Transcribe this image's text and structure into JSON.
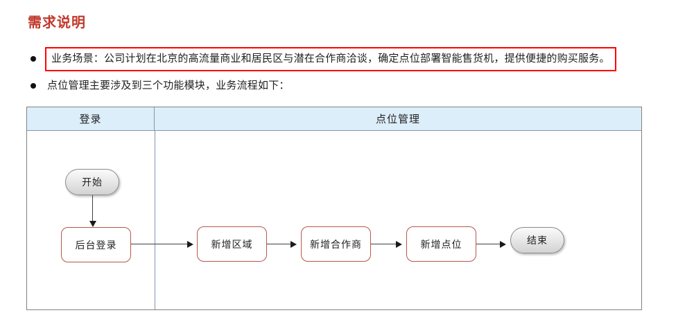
{
  "document": {
    "title": "需求说明",
    "title_color": "#c0392b"
  },
  "bullets": [
    {
      "marker": "bullet-dot",
      "text": "业务场景：公司计划在北京的高流量商业和居民区与潜在合作商洽谈，确定点位部署智能售货机，提供便捷的购买服务。",
      "highlighted": true,
      "highlight_color": "#ff0000"
    },
    {
      "marker": "bullet-dot",
      "text": "点位管理主要涉及到三个功能模块，业务流程如下：",
      "highlighted": false,
      "highlight_color": ""
    }
  ],
  "flow_table": {
    "header_background": "#ddeefb",
    "border_color": "#808080",
    "columns": [
      {
        "label": "登录"
      },
      {
        "label": "点位管理"
      }
    ]
  },
  "flowchart": {
    "terminal_fill": "#e9e9e9",
    "terminal_border": "#8c8c8c",
    "process_border": "#b5564a",
    "process_fill": "#ffffff",
    "connector_color": "#3f3f3f",
    "nodes": [
      {
        "id": "start",
        "label": "开始",
        "shape": "terminal",
        "column": "登录"
      },
      {
        "id": "login",
        "label": "后台登录",
        "shape": "process",
        "column": "登录"
      },
      {
        "id": "area",
        "label": "新增区域",
        "shape": "process",
        "column": "点位管理"
      },
      {
        "id": "partner",
        "label": "新增合作商",
        "shape": "process",
        "column": "点位管理"
      },
      {
        "id": "site",
        "label": "新增点位",
        "shape": "process",
        "column": "点位管理"
      },
      {
        "id": "end",
        "label": "结束",
        "shape": "terminal",
        "column": "点位管理"
      }
    ],
    "edges": [
      {
        "from": "start",
        "to": "login",
        "direction": "down"
      },
      {
        "from": "login",
        "to": "area",
        "direction": "right"
      },
      {
        "from": "area",
        "to": "partner",
        "direction": "right"
      },
      {
        "from": "partner",
        "to": "site",
        "direction": "right"
      },
      {
        "from": "site",
        "to": "end",
        "direction": "right"
      }
    ]
  }
}
